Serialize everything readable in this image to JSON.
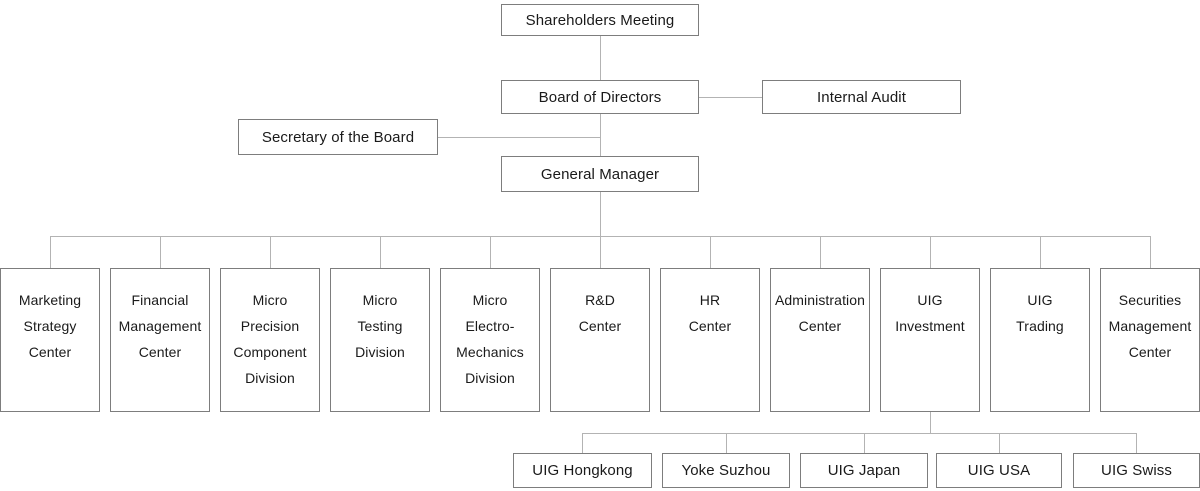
{
  "colors": {
    "background": "#ffffff",
    "box_border": "#7d7d7d",
    "connector_line": "#b3b3b3",
    "text": "#1a1a1a"
  },
  "chart": {
    "top": {
      "shareholders": "Shareholders Meeting",
      "board": "Board of Directors",
      "internal_audit": "Internal Audit",
      "secretary": "Secretary of the Board",
      "general_manager": "General Manager"
    },
    "departments": [
      {
        "label": "Marketing\nStrategy\nCenter"
      },
      {
        "label": "Financial\nManagement\nCenter"
      },
      {
        "label": "Micro\nPrecision\nComponent\nDivision"
      },
      {
        "label": "Micro\nTesting\nDivision"
      },
      {
        "label": "Micro\nElectro-\nMechanics\nDivision"
      },
      {
        "label": "R&D\nCenter"
      },
      {
        "label": "HR\nCenter"
      },
      {
        "label": "Administration\nCenter"
      },
      {
        "label": "UIG\nInvestment"
      },
      {
        "label": "UIG\nTrading"
      },
      {
        "label": "Securities\nManagement\nCenter"
      }
    ],
    "subsidiaries": [
      {
        "label": "UIG Hongkong"
      },
      {
        "label": "Yoke Suzhou"
      },
      {
        "label": "UIG Japan"
      },
      {
        "label": "UIG USA"
      },
      {
        "label": "UIG Swiss"
      }
    ]
  }
}
